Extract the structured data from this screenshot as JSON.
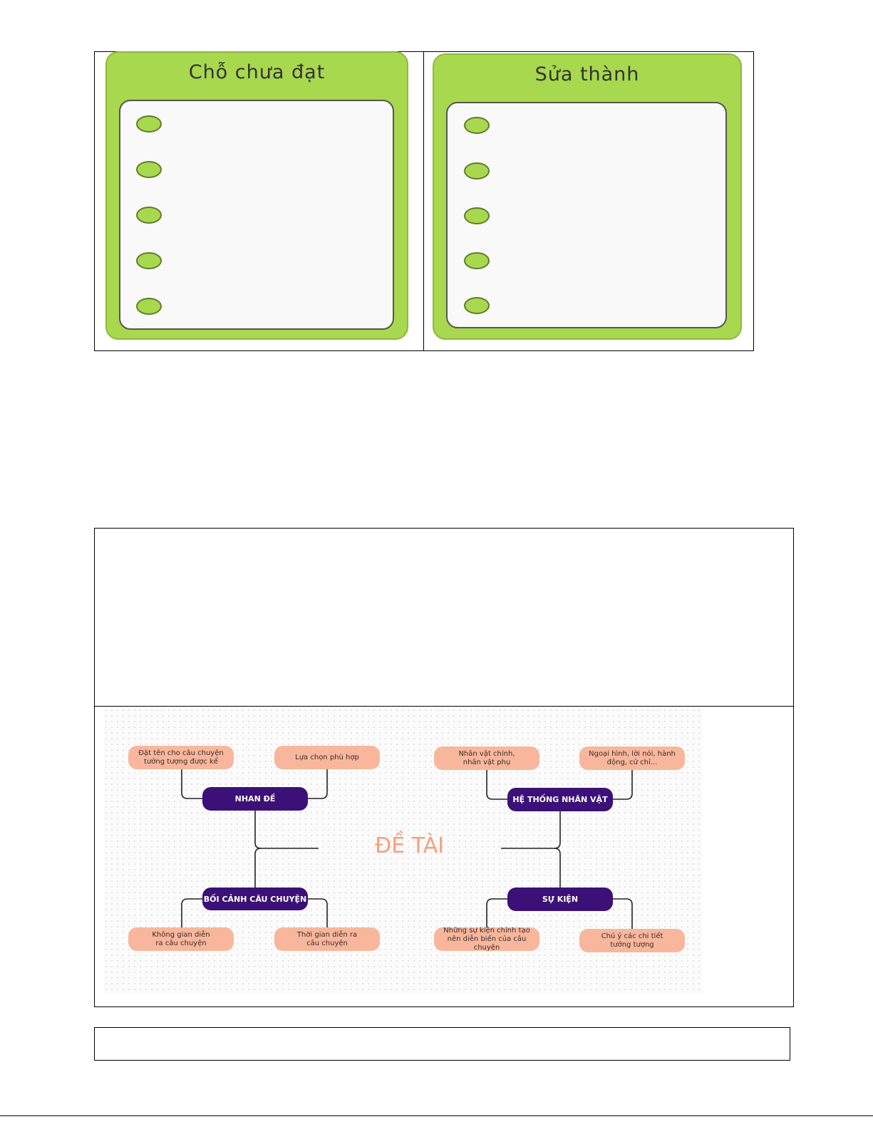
{
  "table1": {
    "left_title": "Chỗ chưa đạt",
    "right_title": "Sửa thành",
    "bullets_per_card": 5
  },
  "mindmap": {
    "center": "ĐỀ TÀI",
    "hubs": [
      "NHAN ĐỀ",
      "BỐI CẢNH CÂU CHUYỆN",
      "HỆ THỐNG NHÂN VẬT",
      "SỰ KIỆN"
    ],
    "leaves": {
      "nhan_de_1": "Đặt tên cho câu chuyện tưởng tượng được kể",
      "nhan_de_2": "Lựa chọn phù hợp",
      "boi_canh_1": "Không gian diễn ra câu chuyện",
      "boi_canh_2": "Thời gian diễn ra câu chuyện",
      "nhan_vat_1": "Nhân vật chính, nhân vật phụ",
      "nhan_vat_2": "Ngoại hình, lời nói, hành động, cử chỉ...",
      "su_kien_1": "Những sự kiện chính tạo nên diễn biến của câu chuyện",
      "su_kien_2": "Chú ý các chi tiết tưởng tượng"
    },
    "colors": {
      "hub": "#3b1177",
      "leaf": "#f8b79c",
      "center": "#f5a07f"
    }
  }
}
